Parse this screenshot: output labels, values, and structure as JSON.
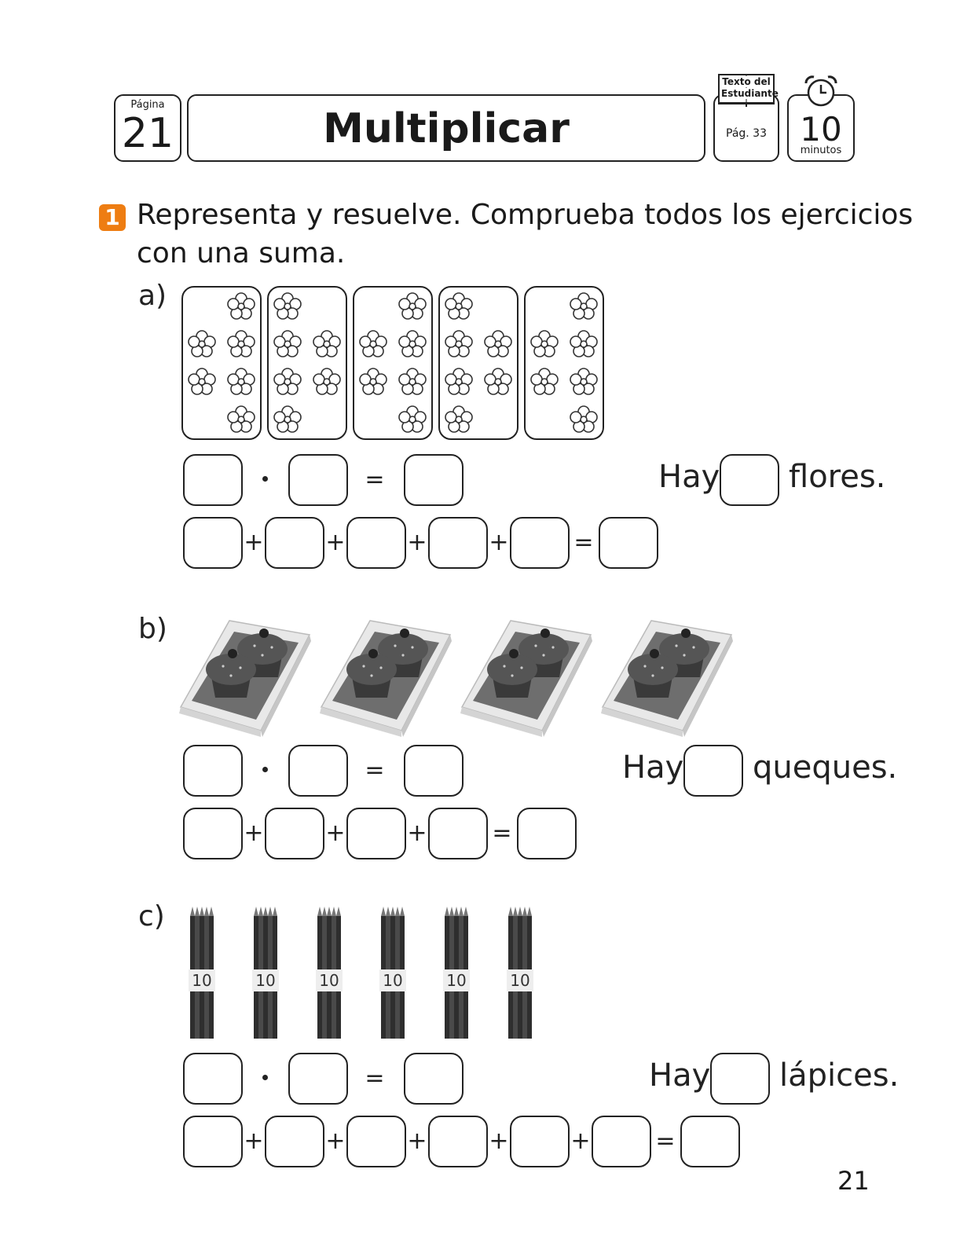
{
  "header": {
    "page_caption": "Página",
    "page_number": "21",
    "title": "Multiplicar",
    "book_label_line1": "Texto del",
    "book_label_line2": "Estudiante",
    "book_page": "Pág. 33",
    "time_value": "10",
    "time_unit": "minutos"
  },
  "exercise": {
    "number": "1",
    "instruction_line1": "Representa y resuelve. Comprueba todos los ejercicios",
    "instruction_line2": "con una suma.",
    "accent_color": "#ee7d12"
  },
  "parts": [
    {
      "label": "a)",
      "hay": "Hay",
      "noun": "flores.",
      "groups": 5,
      "items_per_group": 6
    },
    {
      "label": "b)",
      "hay": "Hay",
      "noun": "queques.",
      "groups": 4,
      "items_per_group": 2
    },
    {
      "label": "c)",
      "hay": "Hay",
      "noun": "lápices.",
      "groups": 6,
      "items_per_group": 10,
      "bundle_tag": "10"
    }
  ],
  "symbols": {
    "times": "·",
    "plus": "+",
    "equals": "="
  },
  "footer": {
    "page_number": "21"
  }
}
